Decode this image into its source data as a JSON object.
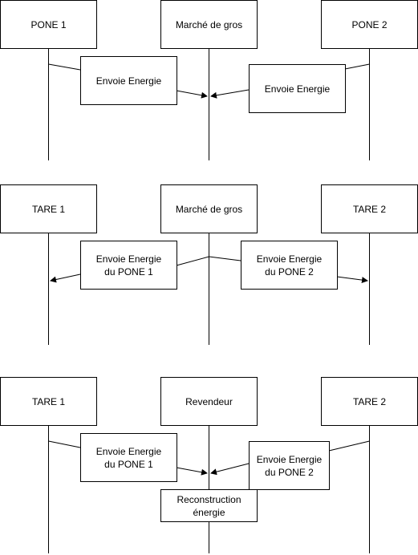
{
  "colors": {
    "stroke": "#000000",
    "fill": "#ffffff",
    "text": "#000000"
  },
  "diagram1": {
    "actor_left": "PONE 1",
    "actor_center": "Marché de gros",
    "actor_right": "PONE 2",
    "msg_left": "Envoie Energie",
    "msg_right": "Envoie Energie"
  },
  "diagram2": {
    "actor_left": "TARE 1",
    "actor_center": "Marché de gros",
    "actor_right": "TARE 2",
    "msg_left": "Envoie Energie\ndu PONE 1",
    "msg_right": "Envoie Energie\ndu PONE 2"
  },
  "diagram3": {
    "actor_left": "TARE 1",
    "actor_center": "Revendeur",
    "actor_right": "TARE 2",
    "msg_left": "Envoie Energie\ndu PONE 1",
    "msg_right": "Envoie Energie\ndu PONE 2",
    "note": "Reconstruction\nénergie"
  }
}
